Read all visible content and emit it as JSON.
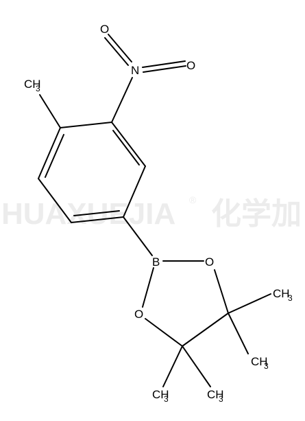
{
  "watermark": {
    "text": "HUAXUEJIA",
    "registered": "®",
    "cjk": "化学加",
    "color": "#ececec"
  },
  "atoms": {
    "o_top": "O",
    "n": "N",
    "o_right": "O",
    "ch3_ring_c": "CH",
    "ch3_ring_n": "3",
    "b": "B",
    "o_ring_right": "O",
    "o_ring_left": "O",
    "ch3_a_c": "CH",
    "ch3_a_n": "3",
    "ch3_b_c": "CH",
    "ch3_b_n": "3",
    "ch3_c_c": "CH",
    "ch3_c_n": "3",
    "ch3_d_c": "CH",
    "ch3_d_n": "3"
  },
  "bond_color": "#000000"
}
